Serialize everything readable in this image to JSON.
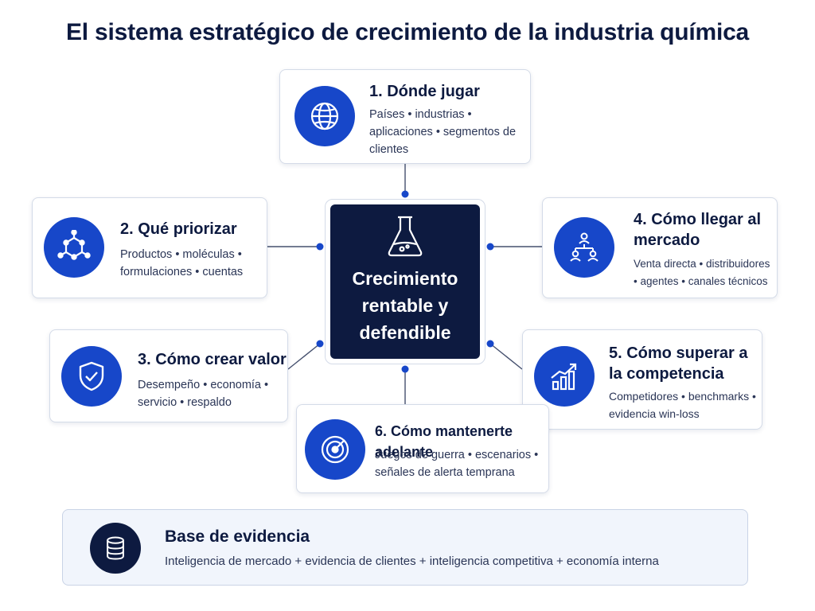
{
  "title": "El sistema estratégico de crecimiento de la industria química",
  "center": {
    "text": "Crecimiento rentable y defendible",
    "icon": "flask-icon"
  },
  "nodes": [
    {
      "id": "1",
      "title": "1. Dónde jugar",
      "text": "Países  •  industrias  •  aplicaciones  •  segmentos de clientes",
      "icon": "globe-icon"
    },
    {
      "id": "2",
      "title": "2. Qué priorizar",
      "text": "Productos  •  moléculas  •  formulaciones  •  cuentas",
      "icon": "molecule-icon"
    },
    {
      "id": "3",
      "title": "3. Cómo crear valor",
      "text": "Desempeño  •  economía  •  servicio  •  respaldo",
      "icon": "shield-check-icon"
    },
    {
      "id": "4",
      "title": "4. Cómo llegar al mercado",
      "text": "Venta directa • distribuidores • agentes  •  canales técnicos",
      "icon": "network-people-icon"
    },
    {
      "id": "5",
      "title": "5. Cómo superar a la competencia",
      "text": "Competidores  •  benchmarks  •  evidencia win-loss",
      "icon": "growth-chart-icon"
    },
    {
      "id": "6",
      "title": "6. Cómo mantenerte adelante",
      "text": "Juegos de guerra  •  escenarios  •  señales de alerta temprana",
      "icon": "radar-icon"
    }
  ],
  "base": {
    "title": "Base de evidencia",
    "text": "Inteligencia de mercado + evidencia de clientes + inteligencia competitiva + economía interna",
    "icon": "database-icon"
  },
  "colors": {
    "navy": "#0d1a40",
    "accent": "#1747c9",
    "line": "#45506e"
  }
}
